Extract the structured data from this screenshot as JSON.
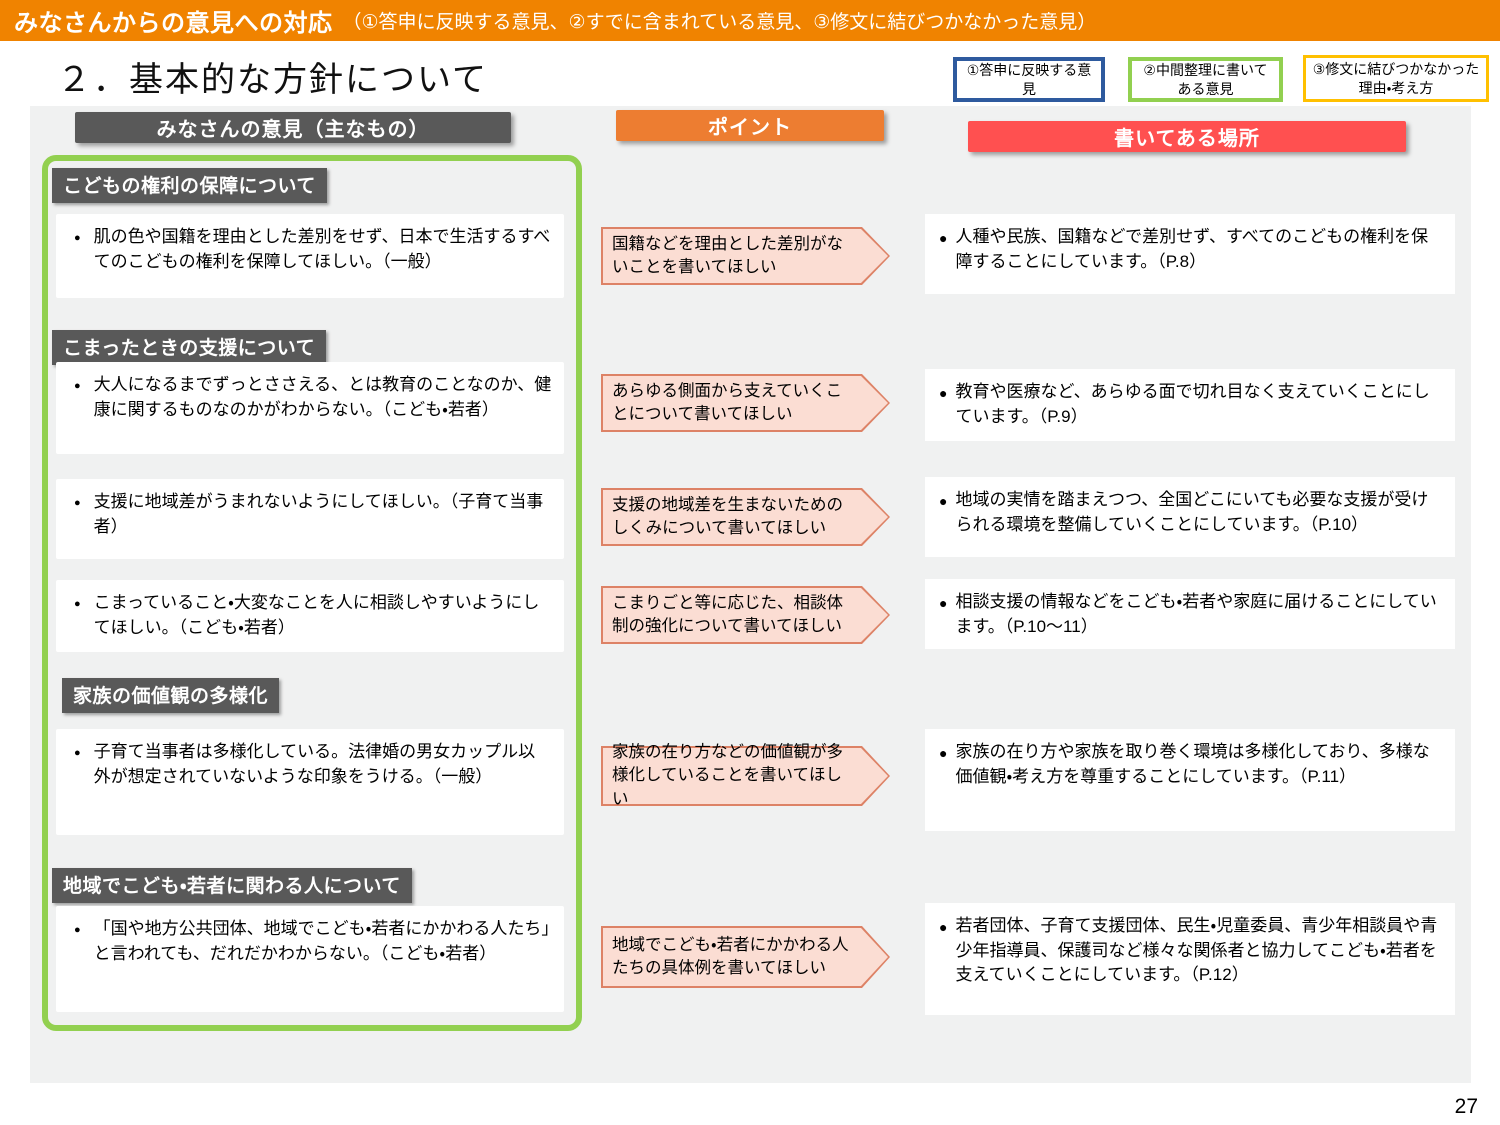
{
  "banner": {
    "title": "みなさんからの意見への対応",
    "subtitle": "（①答申に反映する意見、②すでに含まれている意見、③修文に結びつかなかった意見）"
  },
  "page_title": "２．基本的な方針について",
  "legend": [
    "①答申に反映する意見",
    "②中間整理に書いてある意見",
    "③修文に結びつかなかった理由・考え方"
  ],
  "column_headers": {
    "opinions": "みなさんの意見（主なもの）",
    "points": "ポイント",
    "locations": "書いてある場所"
  },
  "section_labels": [
    "こどもの権利の保障について",
    "こまったときの支援について",
    "家族の価値観の多様化",
    "地域でこども・若者に関わる人について"
  ],
  "opinions": [
    "肌の色や国籍を理由とした差別をせず、日本で生活するすべてのこどもの権利を保障してほしい。（一般）",
    "大人になるまでずっとささえる、とは教育のことなのか、健康に関するものなのかがわからない。（こども・若者）",
    "支援に地域差がうまれないようにしてほしい。（子育て当事者）",
    "こまっていること・大変なことを人に相談しやすいようにしてほしい。（こども・若者）",
    "子育て当事者は多様化している。法律婚の男女カップル以外が想定されていないような印象をうける。（一般）",
    "「国や地方公共団体、地域でこども・若者にかかわる人たち」と言われても、だれだかわからない。（こども・若者）"
  ],
  "points": [
    "国籍などを理由とした差別がないことを書いてほしい",
    "あらゆる側面から支えていくことについて書いてほしい",
    "支援の地域差を生まないためのしくみについて書いてほしい",
    "こまりごと等に応じた、相談体制の強化について書いてほしい",
    "家族の在り方などの価値観が多様化していることを書いてほしい",
    "地域でこども・若者にかかわる人たちの具体例を書いてほしい"
  ],
  "locations": [
    "人種や民族、国籍などで差別せず、すべてのこどもの権利を保障することにしています。（P.8）",
    "教育や医療など、あらゆる面で切れ目なく支えていくことにしています。（P.9）",
    "地域の実情を踏まえつつ、全国どこにいても必要な支援が受けられる環境を整備していくことにしています。（P.10）",
    "相談支援の情報などをこども・若者や家庭に届けることにしています。（P.10〜11）",
    "家族の在り方や家族を取り巻く環境は多様化しており、多様な価値観・考え方を尊重することにしています。（P.11）",
    "若者団体、子育て支援団体、民生・児童委員、青少年相談員や青少年指導員、保護司など様々な関係者と協力してこども・若者を支えていくことにしています。（P.12）"
  ],
  "bullet": "●",
  "page_number": "27",
  "colors": {
    "banner_orange": "#f08300",
    "header_gray": "#595959",
    "header_orange": "#ed7d31",
    "header_red": "#ff5050",
    "legend_blue": "#2e5a9e",
    "legend_green": "#92d050",
    "legend_yellow": "#ffc000",
    "arrow_fill": "#fbddd3",
    "arrow_border": "#dd8266",
    "green_border": "#92d050",
    "content_bg": "#f0f1f1"
  }
}
